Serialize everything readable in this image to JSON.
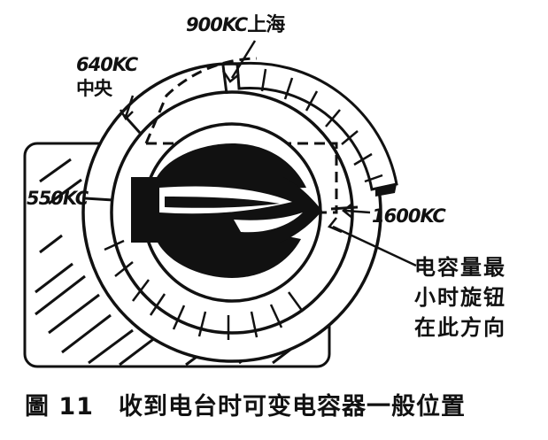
{
  "dial": {
    "station_900": {
      "freq": "900KC",
      "name": "上海"
    },
    "station_640": {
      "freq": "640KC",
      "name": "中央"
    },
    "mark_550": "550KC",
    "mark_1600": "1600KC"
  },
  "note": {
    "line1": "电容量最",
    "line2": "小时旋钮",
    "line3": "在此方向"
  },
  "caption": {
    "number": "圖 11",
    "title": "收到电台时可变电容器一般位置"
  }
}
